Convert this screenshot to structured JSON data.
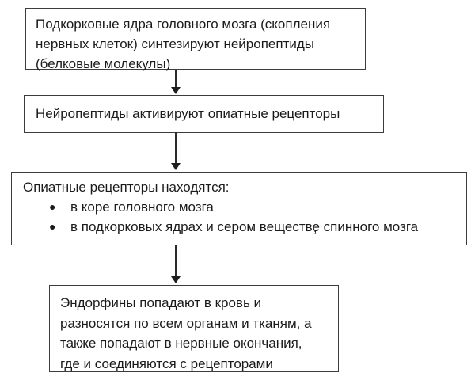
{
  "flow": {
    "box1": {
      "lines": [
        "Подкорковые ядра головного мозга (скопления",
        "нервных клеток) синтезируют нейропептиды",
        "(белковые молекулы)"
      ]
    },
    "box2": {
      "lines": [
        "Нейропептиды активируют опиатные рецепторы"
      ]
    },
    "box3": {
      "heading": "Опиатные рецепторы находятся:",
      "bullet_char": "●",
      "bullets": [
        "в коре головного мозга",
        "в подкорковых ядрах и сером веществе спинного мозга"
      ]
    },
    "box4": {
      "lines": [
        "Эндорфины попадают в кровь и",
        "разносятся по всем органам и тканям, а",
        "также попадают в нервные окончания,",
        "где и соединяются с рецепторами"
      ]
    },
    "stray_mark": ",",
    "colors": {
      "background": "#ffffff",
      "box_border": "#3c3c3c",
      "text": "#1b1b1b",
      "arrow": "#2b2b2b"
    }
  }
}
